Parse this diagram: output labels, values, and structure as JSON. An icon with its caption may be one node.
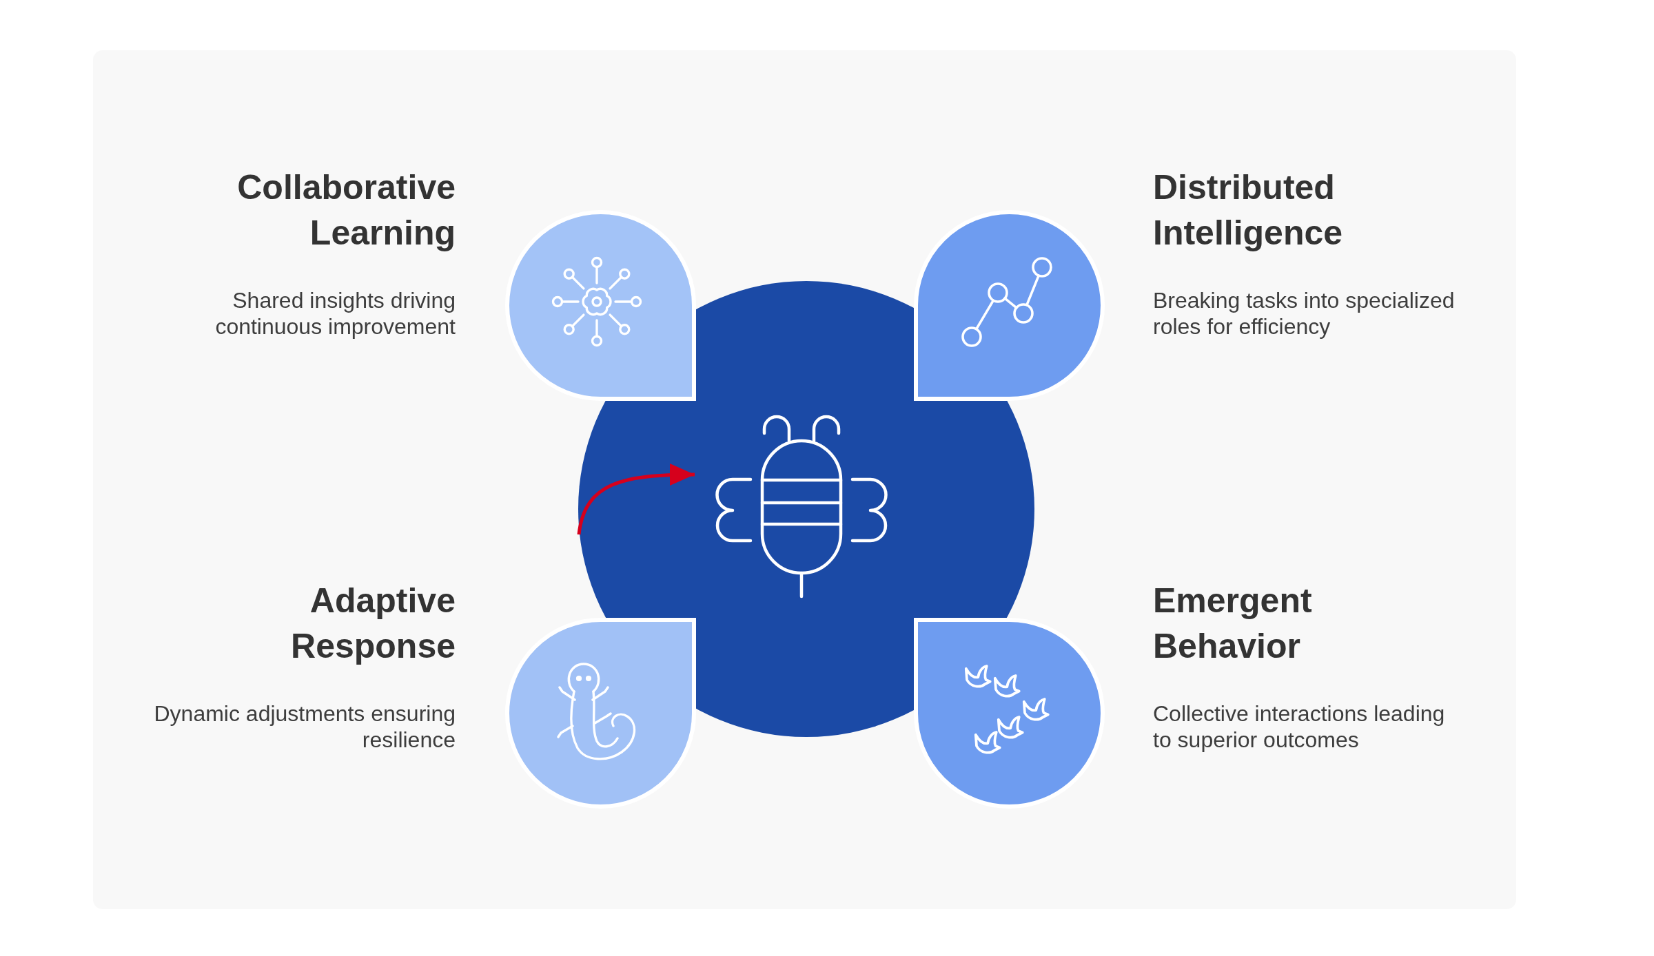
{
  "diagram": {
    "nodes": [
      {
        "text": [
          "Collaborative Learning",
          "Shared insights driving continuous improvement"
        ]
      },
      {
        "text": [
          "Distributed Intelligence",
          "Breaking tasks into specialized roles for efficiency"
        ]
      },
      {
        "text": [],
        "shape": "circle"
      },
      {
        "text": [],
        "shape": "picture",
        "in": 2
      },
      {
        "text": [
          "Adaptive Response",
          "Dynamic adjustments ensuring resilience"
        ]
      },
      {
        "text": [
          "Emergent Behavior",
          "Collective interactions leading to superior outcomes"
        ]
      }
    ],
    "edges": [
      {
        "from": null,
        "to": 3,
        "arrow": "to",
        "color": "#d6001c"
      }
    ]
  }
}
